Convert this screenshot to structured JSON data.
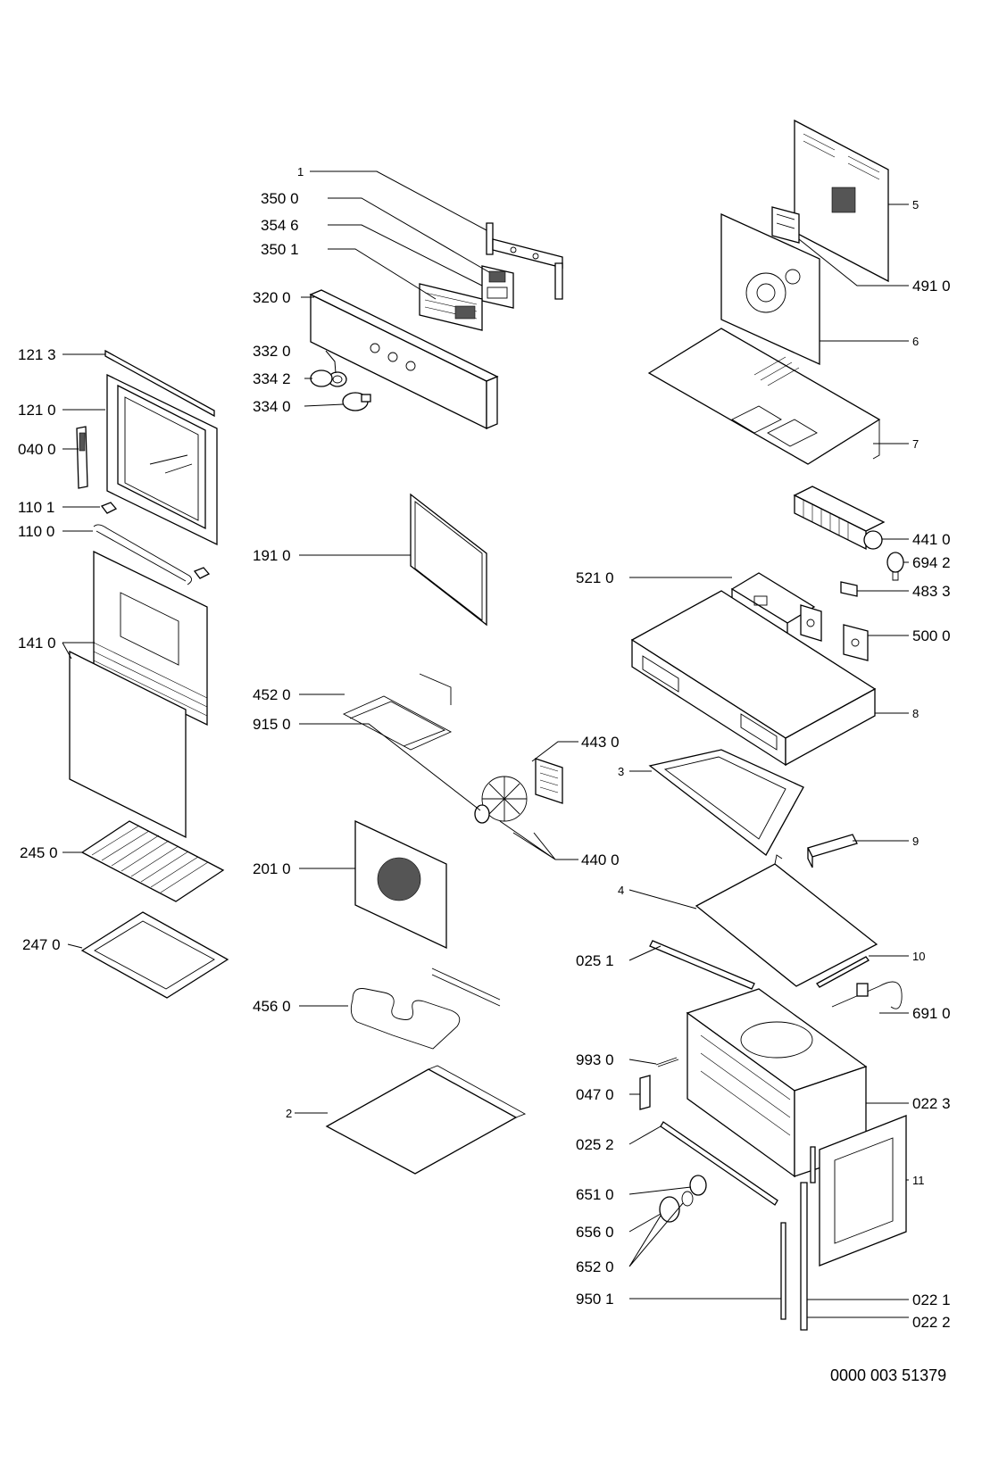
{
  "document_number": "0000 003 51379",
  "callouts": [
    {
      "id": "p-1",
      "label": "1"
    },
    {
      "id": "p-350-0",
      "label": "350 0"
    },
    {
      "id": "p-354-6",
      "label": "354 6"
    },
    {
      "id": "p-350-1",
      "label": "350 1"
    },
    {
      "id": "p-320-0",
      "label": "320 0"
    },
    {
      "id": "p-332-0",
      "label": "332 0"
    },
    {
      "id": "p-334-2",
      "label": "334 2"
    },
    {
      "id": "p-334-0",
      "label": "334 0"
    },
    {
      "id": "p-121-3",
      "label": "121 3"
    },
    {
      "id": "p-121-0",
      "label": "121 0"
    },
    {
      "id": "p-040-0",
      "label": "040 0"
    },
    {
      "id": "p-110-1",
      "label": "110 1"
    },
    {
      "id": "p-110-0",
      "label": "110 0"
    },
    {
      "id": "p-141-0",
      "label": "141 0"
    },
    {
      "id": "p-245-0",
      "label": "245 0"
    },
    {
      "id": "p-247-0",
      "label": "247 0"
    },
    {
      "id": "p-191-0",
      "label": "191 0"
    },
    {
      "id": "p-452-0",
      "label": "452 0"
    },
    {
      "id": "p-915-0",
      "label": "915 0"
    },
    {
      "id": "p-443-0",
      "label": "443 0"
    },
    {
      "id": "p-440-0",
      "label": "440 0"
    },
    {
      "id": "p-201-0",
      "label": "201 0"
    },
    {
      "id": "p-456-0",
      "label": "456 0"
    },
    {
      "id": "p-2",
      "label": "2"
    },
    {
      "id": "p-5",
      "label": "5"
    },
    {
      "id": "p-491-0",
      "label": "491 0"
    },
    {
      "id": "p-6",
      "label": "6"
    },
    {
      "id": "p-7",
      "label": "7"
    },
    {
      "id": "p-441-0",
      "label": "441 0"
    },
    {
      "id": "p-694-2",
      "label": "694 2"
    },
    {
      "id": "p-521-0",
      "label": "521 0"
    },
    {
      "id": "p-483-3",
      "label": "483 3"
    },
    {
      "id": "p-500-0",
      "label": "500 0"
    },
    {
      "id": "p-8",
      "label": "8"
    },
    {
      "id": "p-3",
      "label": "3"
    },
    {
      "id": "p-9",
      "label": "9"
    },
    {
      "id": "p-4",
      "label": "4"
    },
    {
      "id": "p-025-1",
      "label": "025 1"
    },
    {
      "id": "p-10",
      "label": "10"
    },
    {
      "id": "p-691-0",
      "label": "691 0"
    },
    {
      "id": "p-993-0",
      "label": "993 0"
    },
    {
      "id": "p-047-0",
      "label": "047 0"
    },
    {
      "id": "p-022-3",
      "label": "022 3"
    },
    {
      "id": "p-025-2",
      "label": "025 2"
    },
    {
      "id": "p-11",
      "label": "11"
    },
    {
      "id": "p-651-0",
      "label": "651 0"
    },
    {
      "id": "p-656-0",
      "label": "656 0"
    },
    {
      "id": "p-652-0",
      "label": "652 0"
    },
    {
      "id": "p-950-1",
      "label": "950 1"
    },
    {
      "id": "p-022-1",
      "label": "022 1"
    },
    {
      "id": "p-022-2",
      "label": "022 2"
    }
  ]
}
